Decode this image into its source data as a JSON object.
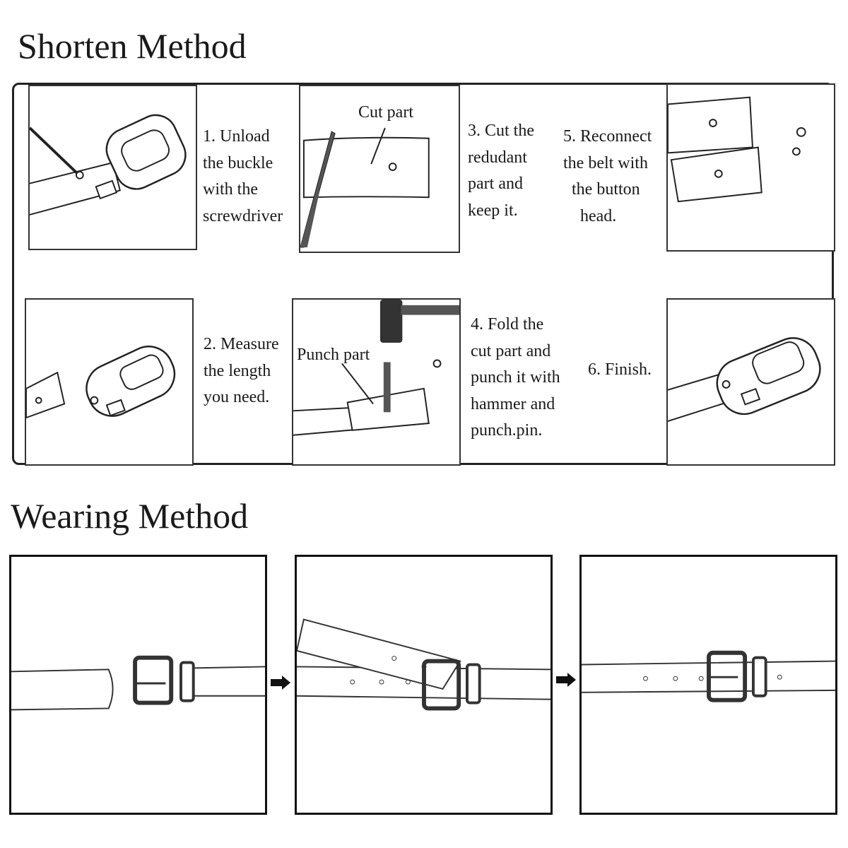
{
  "shorten": {
    "title": "Shorten Method",
    "steps": [
      "1. Unload\nthe buckle\nwith the\nscrewdriver",
      "2. Measure\nthe length\nyou need.",
      "3. Cut the\nredudant\npart and\nkeep it.",
      "4. Fold the\ncut part and\npunch it with\nhammer and\npunch.pin.",
      "5. Reconnect\nthe belt with\n  the button\n    head.",
      "6. Finish."
    ],
    "labels": {
      "cut_part": "Cut part",
      "punch_part": "Punch part"
    }
  },
  "wearing": {
    "title": "Wearing Method"
  }
}
